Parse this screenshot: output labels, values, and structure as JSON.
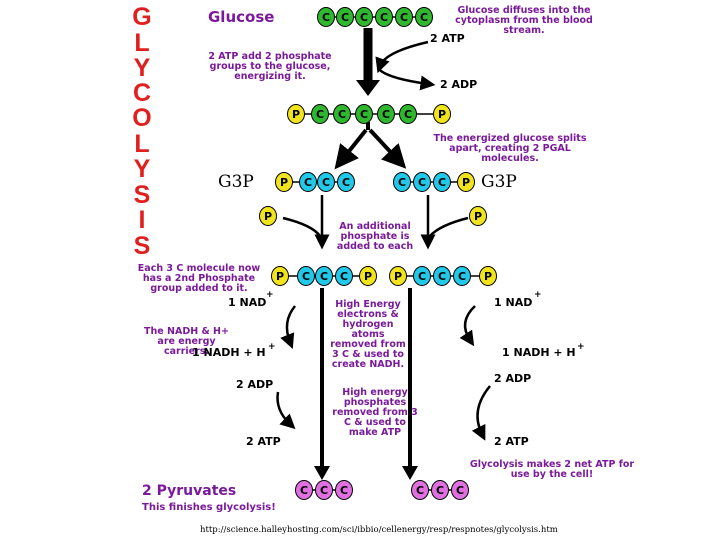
{
  "side_title": [
    "G",
    "L",
    "Y",
    "C",
    "O",
    "L",
    "Y",
    "S",
    "I",
    "S"
  ],
  "labels": {
    "glucose": "Glucose",
    "glucose_diffuses": "Glucose diffuses into the cytoplasm from the blood stream.",
    "atp_add_phosphate": "2 ATP add 2 phosphate groups to the glucose, energizing it.",
    "splits": "The energized glucose splits apart, creating 2 PGAL molecules.",
    "g3p_left": "G3P",
    "g3p_right": "G3P",
    "additional_phosphate": "An additional phosphate is added to each",
    "each_3c": "Each 3 C molecule now has a 2nd Phosphate group added to it.",
    "high_energy_electrons": "High Energy electrons & hydrogen atoms removed from 3 C & used to create NADH.",
    "nadh_carriers": "The NADH & H+ are energy carriers.",
    "high_energy_phosphates": "High energy phosphates removed from 3 C & used to make ATP",
    "net_atp": "Glycolysis makes 2 net ATP for use by the cell!",
    "pyruvates": "2 Pyruvates",
    "finishes": "This finishes glycolysis!",
    "url": "http://science.halleyhosting.com/sci/ibbio/cellenergy/resp/respnotes/glycolysis.htm"
  },
  "quantities": {
    "atp_in": "2 ATP",
    "adp_out": "2 ADP",
    "nad_left": "1 NAD",
    "nad_right": "1 NAD",
    "nadh_left": "1 NADH  + H",
    "nadh_right": "1 NADH  + H",
    "plus": "+",
    "adp_left": "2 ADP",
    "adp_right": "2 ADP",
    "atp_left": "2 ATP",
    "atp_right": "2 ATP"
  },
  "molecule_letters": {
    "carbon": "C",
    "phosphate": "P"
  },
  "colors": {
    "glucose_carbon": "#2fb82f",
    "phosphate": "#f2e41c",
    "g3p_carbon": "#22c8e8",
    "pyruvate_carbon": "#e070e0",
    "title_red": "#e0201e",
    "text_purple": "#7a1a9a"
  }
}
